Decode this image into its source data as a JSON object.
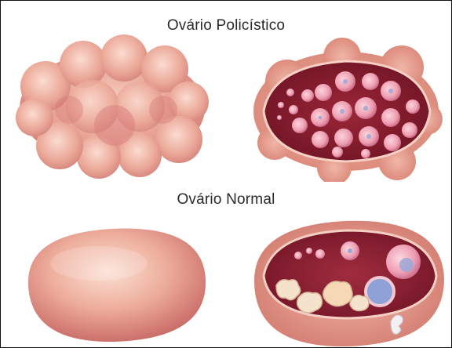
{
  "titles": {
    "polycystic": "Ovário Policístico",
    "normal": "Ovário Normal"
  },
  "colors": {
    "tissue_light": "#f3c2b4",
    "tissue_mid": "#e49684",
    "tissue_dark": "#c4646a",
    "cut_surface": "#8e1f31",
    "cut_surface_dark": "#6a1222",
    "follicle": "#f2aabb",
    "follicle_core": "#dd7a96",
    "oocyte": "#9aa8d8",
    "corpus": "#f5e2cc"
  },
  "illustrations": [
    {
      "id": "polycystic-exterior"
    },
    {
      "id": "polycystic-cross-section",
      "cysts": 22
    },
    {
      "id": "normal-exterior"
    },
    {
      "id": "normal-cross-section"
    }
  ]
}
